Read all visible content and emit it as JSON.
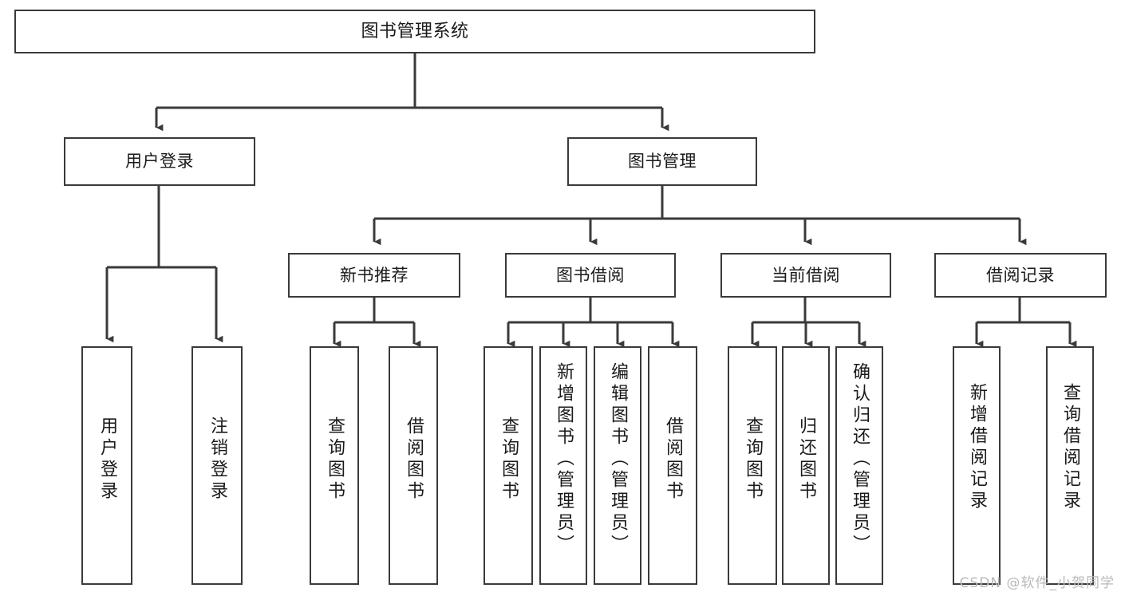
{
  "diagram": {
    "type": "tree-hierarchy",
    "title": "图书管理系统",
    "orientation": "top-down",
    "colors": {
      "background": "#ffffff",
      "node_border": "#3a3a3a",
      "node_fill": "#ffffff",
      "edge": "#3a3a3a",
      "text": "#1a1a1a",
      "watermark": "#b9b9b9"
    },
    "root": {
      "label": "图书管理系统"
    },
    "level2": [
      {
        "label": "用户登录"
      },
      {
        "label": "图书管理"
      }
    ],
    "level3": [
      {
        "label": "新书推荐"
      },
      {
        "label": "图书借阅"
      },
      {
        "label": "当前借阅"
      },
      {
        "label": "借阅记录"
      }
    ],
    "leaves": {
      "user_login": [
        {
          "label": "用户登录"
        },
        {
          "label": "注销登录"
        }
      ],
      "new_book_recommend": [
        {
          "label": "查询图书"
        },
        {
          "label": "借阅图书"
        }
      ],
      "book_borrow": [
        {
          "label": "查询图书"
        },
        {
          "label": "新增图书（管理员）"
        },
        {
          "label": "编辑图书（管理员）"
        },
        {
          "label": "借阅图书"
        }
      ],
      "current_borrow": [
        {
          "label": "查询图书"
        },
        {
          "label": "归还图书"
        },
        {
          "label": "确认归还（管理员）"
        }
      ],
      "borrow_records": [
        {
          "label": "新增借阅记录"
        },
        {
          "label": "查询借阅记录"
        }
      ]
    }
  },
  "watermark": {
    "text": "CSDN @软件_小贺同学"
  }
}
